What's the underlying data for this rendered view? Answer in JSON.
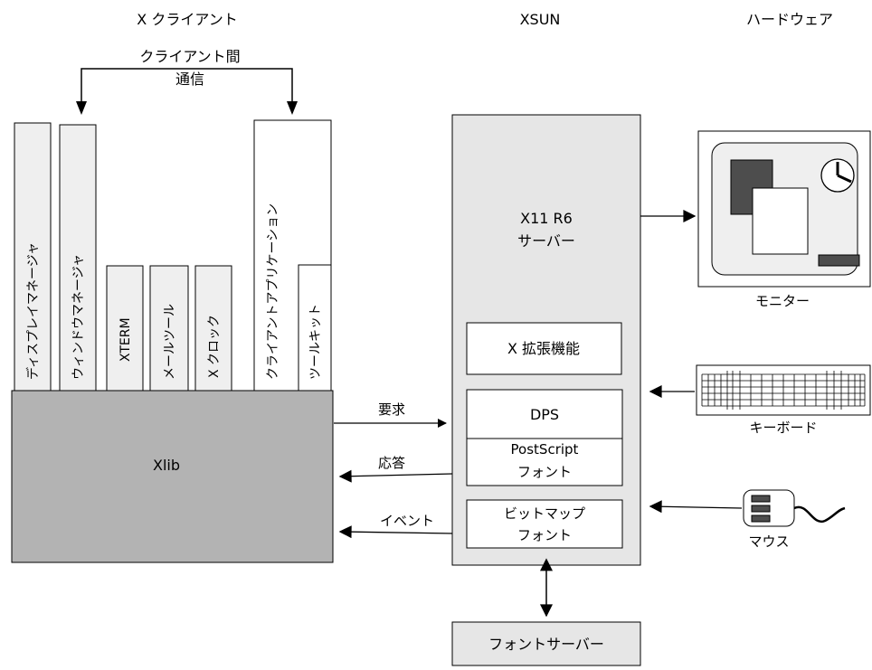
{
  "headers": {
    "clients": "X クライアント",
    "server": "XSUN",
    "hardware": "ハードウェア"
  },
  "inter_client": {
    "line1": "クライアント間",
    "line2": "通信"
  },
  "clients": {
    "display_manager": "ディスプレイマネージャ",
    "window_manager": "ウィンドウマネージャ",
    "xterm": "XTERM",
    "mail_tool": "メールツール",
    "x_clock": "X クロック",
    "client_app": "クライアントアプリケーション",
    "toolkit": "ツールキット",
    "xlib": "Xlib"
  },
  "messages": {
    "request": "要求",
    "response": "応答",
    "event": "イベント"
  },
  "server": {
    "title_line1": "X11 R6",
    "title_line2": "サーバー",
    "x_extensions": "X 拡張機能",
    "dps": "DPS",
    "postscript_line1": "PostScript",
    "postscript_line2": "フォント",
    "bitmap_line1": "ビットマップ",
    "bitmap_line2": "フォント"
  },
  "font_server": "フォントサーバー",
  "hardware": {
    "monitor": "モニター",
    "keyboard": "キーボード",
    "mouse": "マウス"
  },
  "colors": {
    "client_column_fill": "#efefef",
    "xlib_fill": "#b3b3b3",
    "server_fill": "#e6e6e6",
    "monitor_dark_window": "#4d4d4d",
    "stroke": "#000000"
  }
}
